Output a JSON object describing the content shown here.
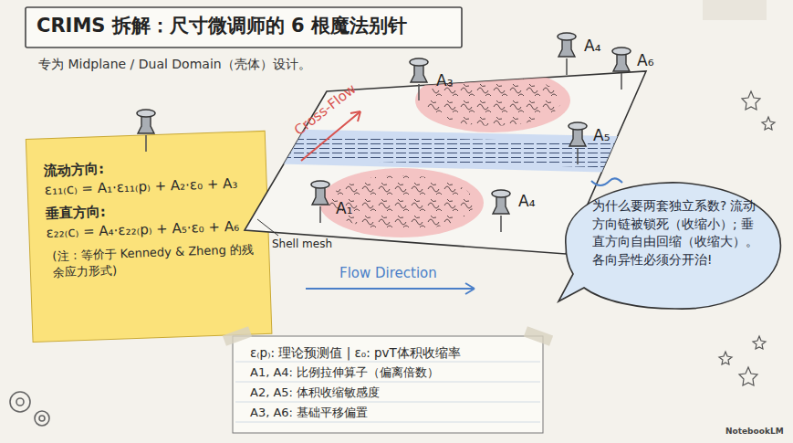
{
  "diagram": {
    "title": "CRIMS 拆解：尺寸微调师的 6 根魔法别针",
    "nodes": [
      {
        "text": [
          "流动方向:",
          "ε₁₁₍c₎ = A₁·ε₁₁₍p₎ + A₂·ε₀ + A₃",
          "垂直方向:",
          "ε₂₂₍c₎ = A₄·ε₂₂₍p₎ + A₅·ε₀ + A₆",
          "(注：等价于 Kennedy & Zheng 的残余应力形式)"
        ]
      },
      {
        "text": [
          "为什么要两套独立系数? 流动方向链被锁死（收缩小）; 垂直方向自由回缩（收缩大）。 各向异性必须分开治!"
        ]
      },
      {
        "text": [
          "ε₍p₎: 理论预测值 | ε₀: pvT体积收缩率",
          "A1, A4: 比例拉伸算子（偏离倍数）",
          "A2, A5: 体积收缩敏感度",
          "A3, A6: 基础平移偏置"
        ]
      }
    ],
    "labels": [
      "专为 Midplane / Dual Domain（壳体）设计。",
      "A₃",
      "A₄",
      "A₆",
      "A₅",
      "A₁",
      "A₄",
      "Cross-Flow",
      "Shell mesh",
      "Flow Direction",
      "NotebookLM"
    ]
  }
}
